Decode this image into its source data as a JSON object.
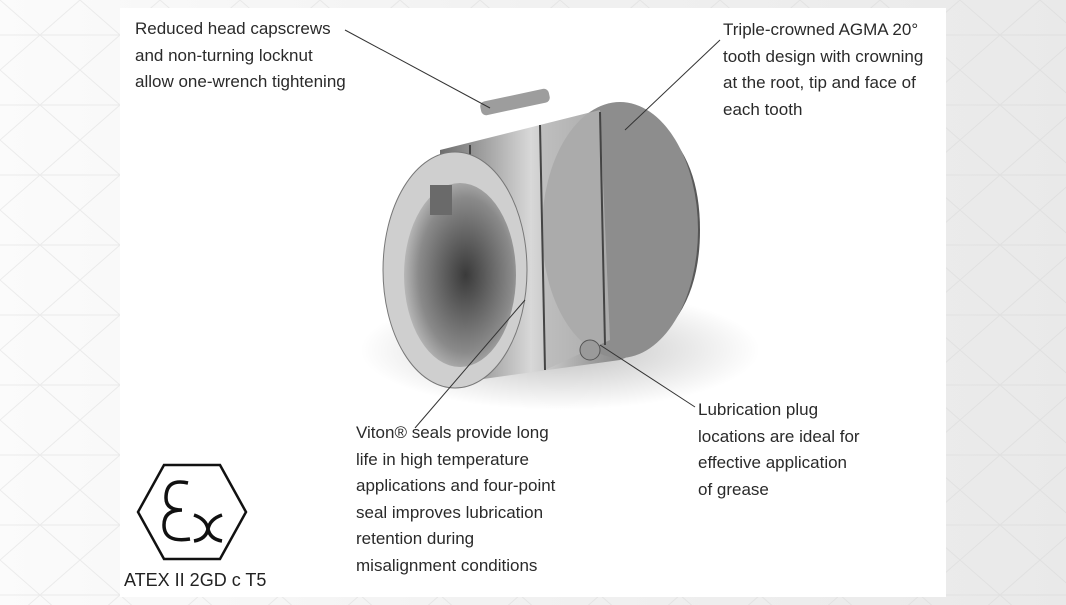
{
  "callouts": {
    "capscrews": [
      "Reduced head capscrews",
      "and non-turning locknut",
      "allow one-wrench tightening"
    ],
    "tooth": [
      "Triple-crowned AGMA 20°",
      "tooth design with crowning",
      "at the root, tip and face of",
      "each tooth"
    ],
    "seals": [
      "Viton® seals provide long",
      "life in high temperature",
      "applications and four-point",
      "seal improves lubrication",
      "retention during",
      "misalignment conditions"
    ],
    "lubrication": [
      "Lubrication plug",
      "locations are ideal for",
      "effective application",
      "of grease"
    ]
  },
  "certification": {
    "label": "ATEX II 2GD c T5",
    "logo_text": "Ex"
  }
}
